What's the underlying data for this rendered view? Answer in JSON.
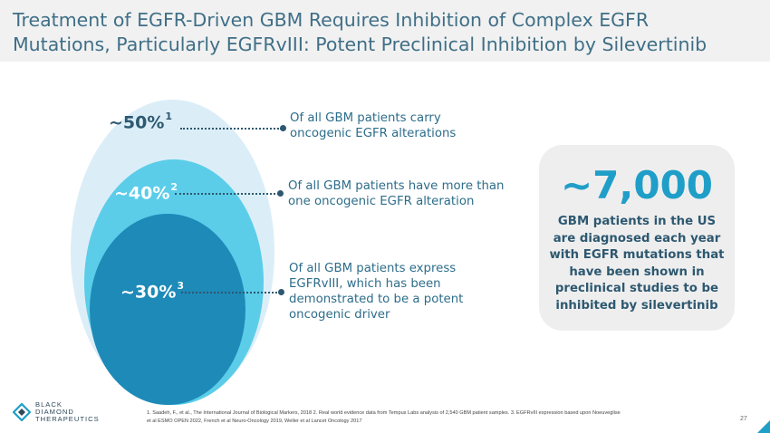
{
  "header": {
    "title_line1": "Treatment of EGFR-Driven GBM Requires Inhibition of Complex EGFR",
    "title_line2": "Mutations, Particularly EGFRvIII: Potent Preclinical Inhibition by Silevertinib"
  },
  "stats": [
    {
      "value": "~50%",
      "ref": "1",
      "text_line1": "Of all GBM patients carry",
      "text_line2": "oncogenic EGFR alterations"
    },
    {
      "value": "~40%",
      "ref": "2",
      "text_line1": "Of all GBM patients have more than",
      "text_line2": "one oncogenic EGFR alteration"
    },
    {
      "value": "~30%",
      "ref": "3",
      "text_line1": "Of all GBM patients express",
      "text_line2": "EGFRvIII, which has been",
      "text_line3": "demonstrated to be a potent",
      "text_line4": "oncogenic driver"
    }
  ],
  "callout": {
    "value": "~7,000",
    "lines": [
      "GBM patients in the US",
      "are diagnosed each year",
      "with EGFR mutations that",
      "have been shown in",
      "preclinical studies to be",
      "inhibited by silevertinib"
    ]
  },
  "logo": {
    "line1": "BLACK",
    "line2": "DIAMOND",
    "line3": "THERAPEUTICS",
    "icon": "diamond-logo-icon"
  },
  "footnote": {
    "line1": "1. Saadeh, F., et al., The International Journal of Biological Markers, 2018   2. Real world evidence data from Tempus Labs analysis of 2,540 GBM patient samples.  3. EGFRvIII expression based upon Noeuveglise",
    "line2": "et al ESMO OPEN 2022, French et al Neuro-Oncology 2019, Weller et al Lancet Oncology 2017"
  },
  "page_number": "27",
  "colors": {
    "title": "#3f6f87",
    "accent": "#1f9ec8",
    "dark": "#2d5870",
    "outer": "#dbeef8",
    "mid": "#5bcde9",
    "inner": "#1e8ab8"
  }
}
